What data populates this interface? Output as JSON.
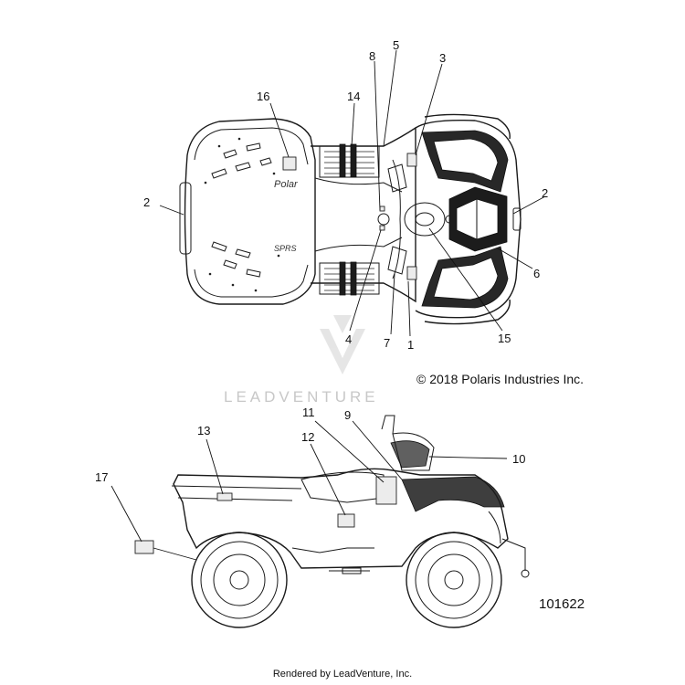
{
  "callouts": {
    "c1": "1",
    "c2a": "2",
    "c2b": "2",
    "c3": "3",
    "c4": "4",
    "c5": "5",
    "c6": "6",
    "c7": "7",
    "c8": "8",
    "c9": "9",
    "c10": "10",
    "c11": "11",
    "c12": "12",
    "c13": "13",
    "c14": "14",
    "c15": "15",
    "c16": "16",
    "c17": "17"
  },
  "copyright": "© 2018 Polaris Industries Inc.",
  "part_number": "101622",
  "watermark": "LEADVENTURE",
  "footer": "Rendered by LeadVenture, Inc.",
  "decal_text": {
    "top_logo": "Polar",
    "top_logo2": "SPRS"
  }
}
